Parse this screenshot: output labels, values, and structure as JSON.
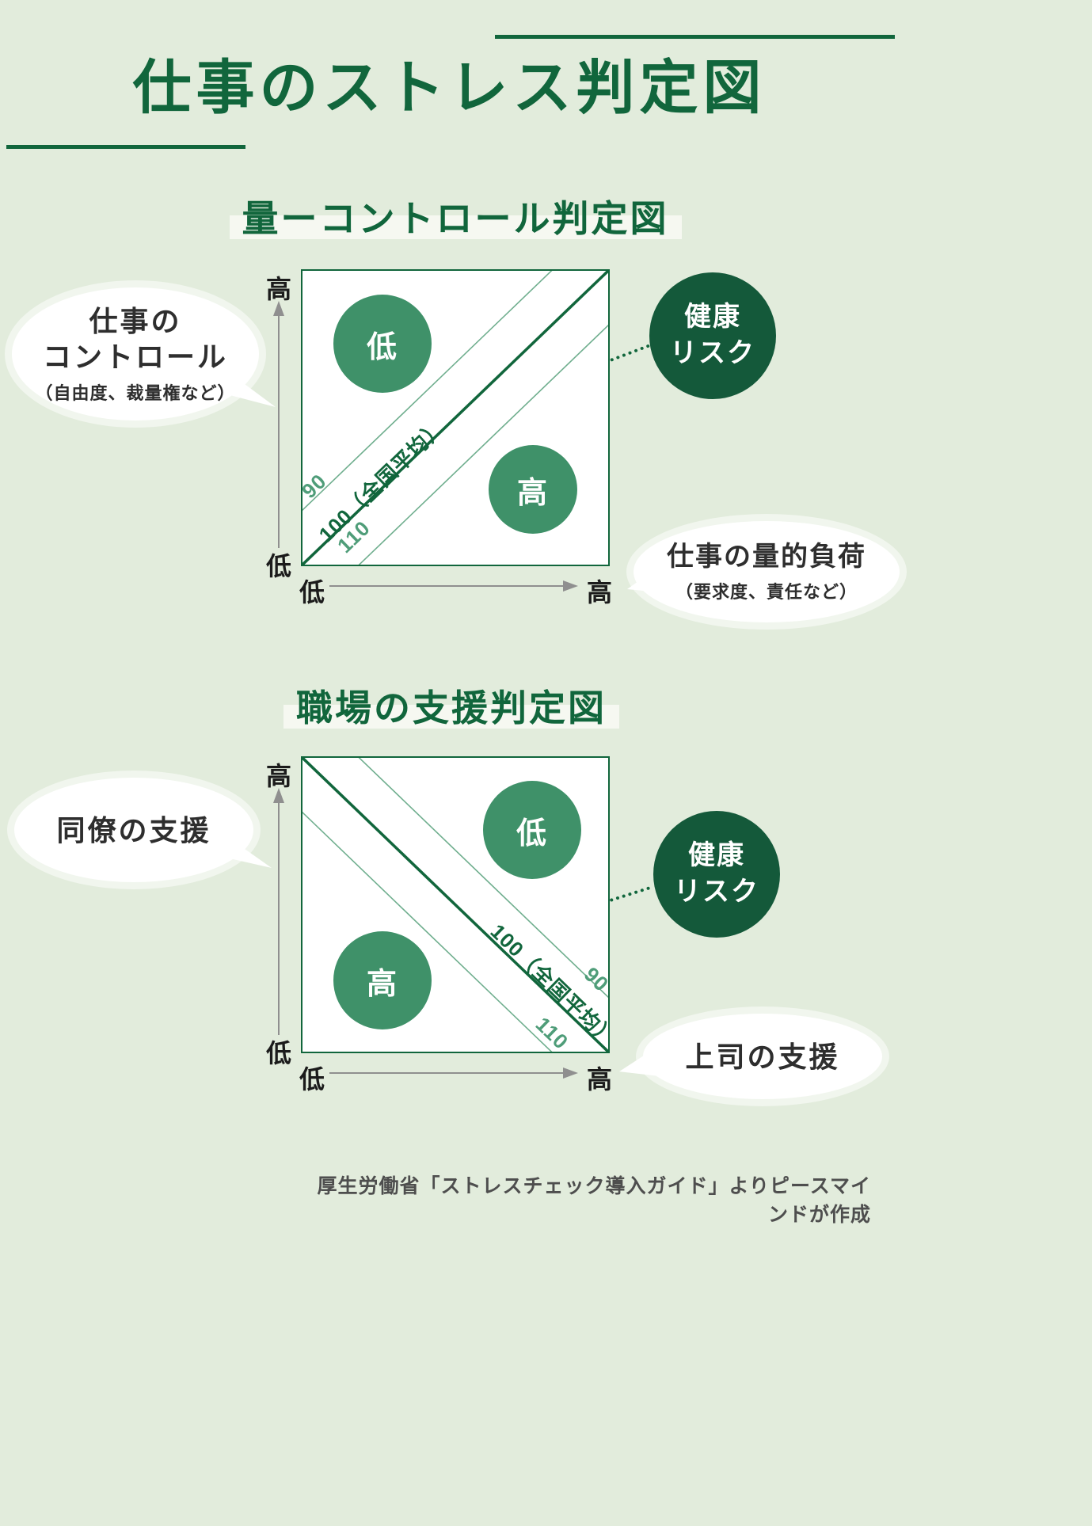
{
  "page": {
    "title": "仕事のストレス判定図",
    "footer": "厚生労働省「ストレスチェック導入ガイド」よりピースマインドが作成"
  },
  "colors": {
    "background": "#e2ecdc",
    "dark_green": "#11663c",
    "zone_green": "#3f9169",
    "risk_green": "#14593a",
    "thin_line_green": "#6fae8e",
    "label_green": "#4f9d79"
  },
  "charts": [
    {
      "title": "量ーコントロール判定図",
      "y_axis": {
        "top": "高",
        "bottom": "低",
        "bubble": [
          "仕事の",
          "コントロール",
          "（自由度、裁量権など）"
        ]
      },
      "x_axis": {
        "left": "低",
        "right": "高",
        "bubble": [
          "仕事の量的負荷",
          "（要求度、責任など）"
        ]
      },
      "risk": [
        "健康",
        "リスク"
      ],
      "zones": {
        "low": "低",
        "high": "高"
      },
      "lines": {
        "l90": "90",
        "l100": "100（全国平均）",
        "l110": "110"
      }
    },
    {
      "title": "職場の支援判定図",
      "y_axis": {
        "top": "高",
        "bottom": "低",
        "bubble": [
          "同僚の支援"
        ]
      },
      "x_axis": {
        "left": "低",
        "right": "高",
        "bubble": [
          "上司の支援"
        ]
      },
      "risk": [
        "健康",
        "リスク"
      ],
      "zones": {
        "low": "低",
        "high": "高"
      },
      "lines": {
        "l90": "90",
        "l100": "100（全国平均）",
        "l110": "110"
      }
    }
  ]
}
